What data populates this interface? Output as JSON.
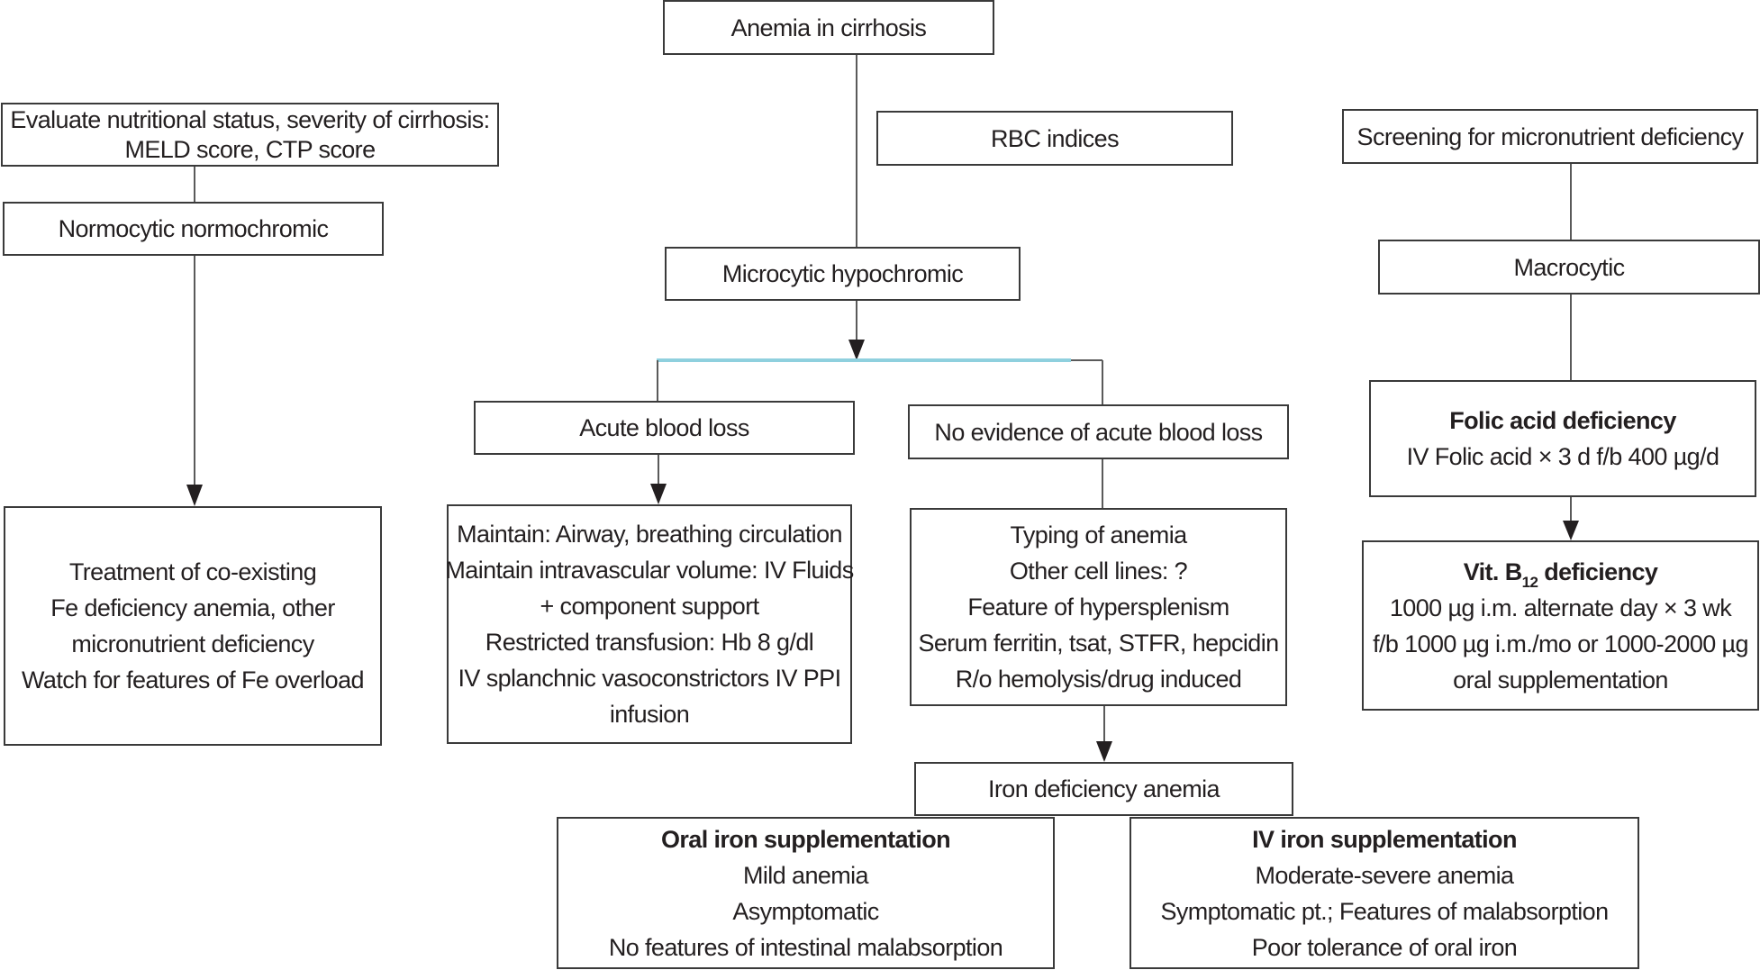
{
  "diagram": {
    "title": "Anemia in cirrhosis",
    "branch_line_color": "#8fd0de",
    "nodes": {
      "root": {
        "lines": [
          "Anemia in cirrhosis"
        ]
      },
      "evaluate": {
        "lines": [
          "Evaluate nutritional status, severity of cirrhosis:",
          "MELD score, CTP score"
        ]
      },
      "rbc": {
        "lines": [
          "RBC indices"
        ]
      },
      "screening": {
        "lines": [
          "Screening for micronutrient deficiency"
        ]
      },
      "normocytic": {
        "lines": [
          "Normocytic normochromic"
        ]
      },
      "microcytic": {
        "lines": [
          "Microcytic hypochromic"
        ]
      },
      "macrocytic": {
        "lines": [
          "Macrocytic"
        ]
      },
      "acute": {
        "lines": [
          "Acute blood loss"
        ]
      },
      "no_acute": {
        "lines": [
          "No evidence of acute blood loss"
        ]
      },
      "normo_treatment": {
        "lines": [
          "Treatment of co-existing",
          "Fe deficiency anemia, other",
          "micronutrient deficiency",
          "Watch for features of Fe overload"
        ]
      },
      "acute_treatment": {
        "lines": [
          "Maintain: Airway, breathing circulation",
          "Maintain intravascular volume: IV Fluids",
          "+ component support",
          "Restricted transfusion: Hb 8 g/dl",
          "IV splanchnic vasoconstrictors IV PPI",
          "infusion"
        ]
      },
      "typing": {
        "lines": [
          "Typing of anemia",
          "Other cell lines: ?",
          "Feature of hypersplenism",
          "Serum ferritin, tsat, STFR, hepcidin",
          "R/o hemolysis/drug induced"
        ]
      },
      "folic": {
        "title": "Folic acid deficiency",
        "lines": [
          "IV Folic acid × 3 d f/b 400 µg/d"
        ]
      },
      "b12": {
        "title_pre": "Vit. B",
        "title_sub": "12",
        "title_post": " deficiency",
        "lines": [
          "1000 µg i.m. alternate day × 3 wk",
          "f/b 1000 µg i.m./mo or 1000-2000 µg",
          "oral supplementation"
        ]
      },
      "iron_def": {
        "lines": [
          "Iron deficiency anemia"
        ]
      },
      "oral_iron": {
        "title": "Oral iron supplementation",
        "lines": [
          "Mild anemia",
          "Asymptomatic",
          "No features of intestinal malabsorption"
        ]
      },
      "iv_iron": {
        "title": "IV iron supplementation",
        "lines": [
          "Moderate-severe anemia",
          "Symptomatic pt.; Features of malabsorption",
          "Poor tolerance of oral iron"
        ]
      }
    }
  }
}
